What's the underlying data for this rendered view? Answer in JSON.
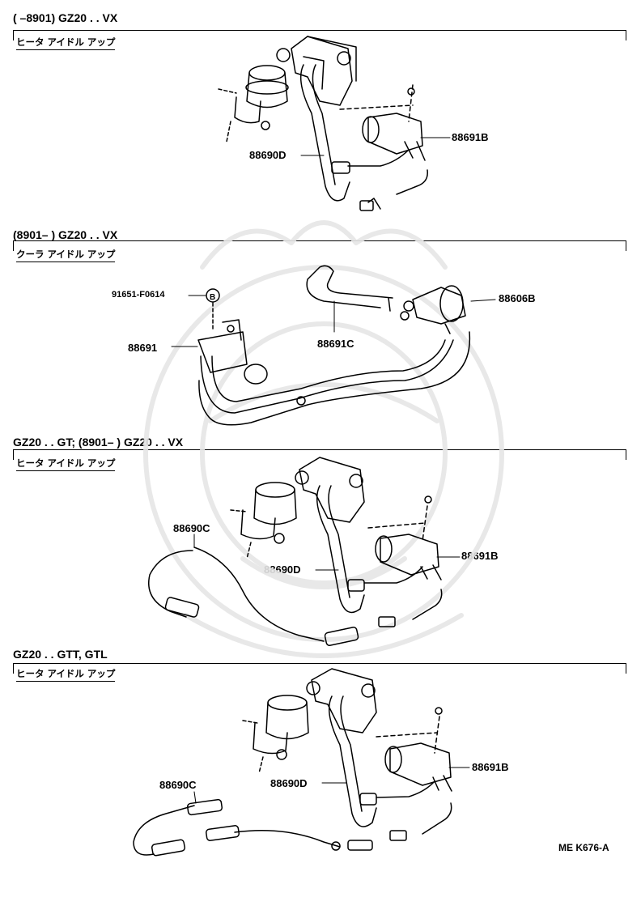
{
  "sections": [
    {
      "header": "(      –8901) GZ20 . . VX",
      "subtitle": "ヒータ アイドル アップ",
      "parts": [
        "88691B",
        "88690D"
      ]
    },
    {
      "header": "(8901–       ) GZ20 . . VX",
      "subtitle": "クーラ アイドル アップ",
      "parts": [
        "91651-F0614",
        "88606B",
        "88691",
        "88691C"
      ],
      "bolt_marker": "B"
    },
    {
      "header": "GZ20 . . GT; (8901–       ) GZ20 . . VX",
      "subtitle": "ヒータ アイドル アップ",
      "parts": [
        "88690C",
        "88691B",
        "88690D"
      ]
    },
    {
      "header": "GZ20 . . GTT, GTL",
      "subtitle": "ヒータ アイドル アップ",
      "parts": [
        "88690C",
        "88691B",
        "88690D"
      ]
    }
  ],
  "diagram_code": "ME K676-A"
}
